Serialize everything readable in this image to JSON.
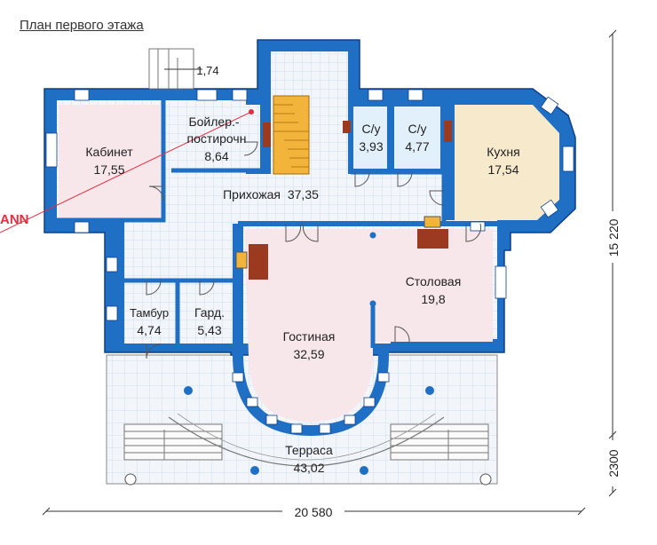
{
  "title": "План первого этажа",
  "watermark": "ANN",
  "dimensions": {
    "width_total": "20 580",
    "height_total": "15 220",
    "terrace_depth": "2300",
    "stair_width": "1,74"
  },
  "rooms": {
    "kabinet": {
      "name": "Кабинет",
      "area": "17,55"
    },
    "boiler": {
      "name_line1": "Бойлер.-",
      "name_line2": "постирочн",
      "area": "8,64"
    },
    "wc1": {
      "name": "С/у",
      "area": "3,93"
    },
    "wc2": {
      "name": "С/у",
      "area": "4,77"
    },
    "kitchen": {
      "name": "Кухня",
      "area": "17,54"
    },
    "hall": {
      "name": "Прихожая",
      "area": "37,35"
    },
    "tambur": {
      "name": "Тамбур",
      "area": "4,74"
    },
    "gard": {
      "name": "Гард.",
      "area": "5,43"
    },
    "dining": {
      "name": "Столовая",
      "area": "19,8"
    },
    "living": {
      "name": "Гостиная",
      "area": "32,59"
    },
    "terrace": {
      "name": "Терраса",
      "area": "43,02"
    }
  },
  "colors": {
    "wall": "#1f6fc4",
    "wall_outline": "#0f3f8a",
    "tile_floor": "#f2f6fb",
    "grid_line": "#c7d7ea",
    "pink_room": "#f7e6ea",
    "wc_room": "#e2f0fb",
    "kitchen_room": "#f6e9cc",
    "stair_wood": "#f2b43a",
    "furniture": "#9b3a1e",
    "dim_line": "#333333"
  }
}
